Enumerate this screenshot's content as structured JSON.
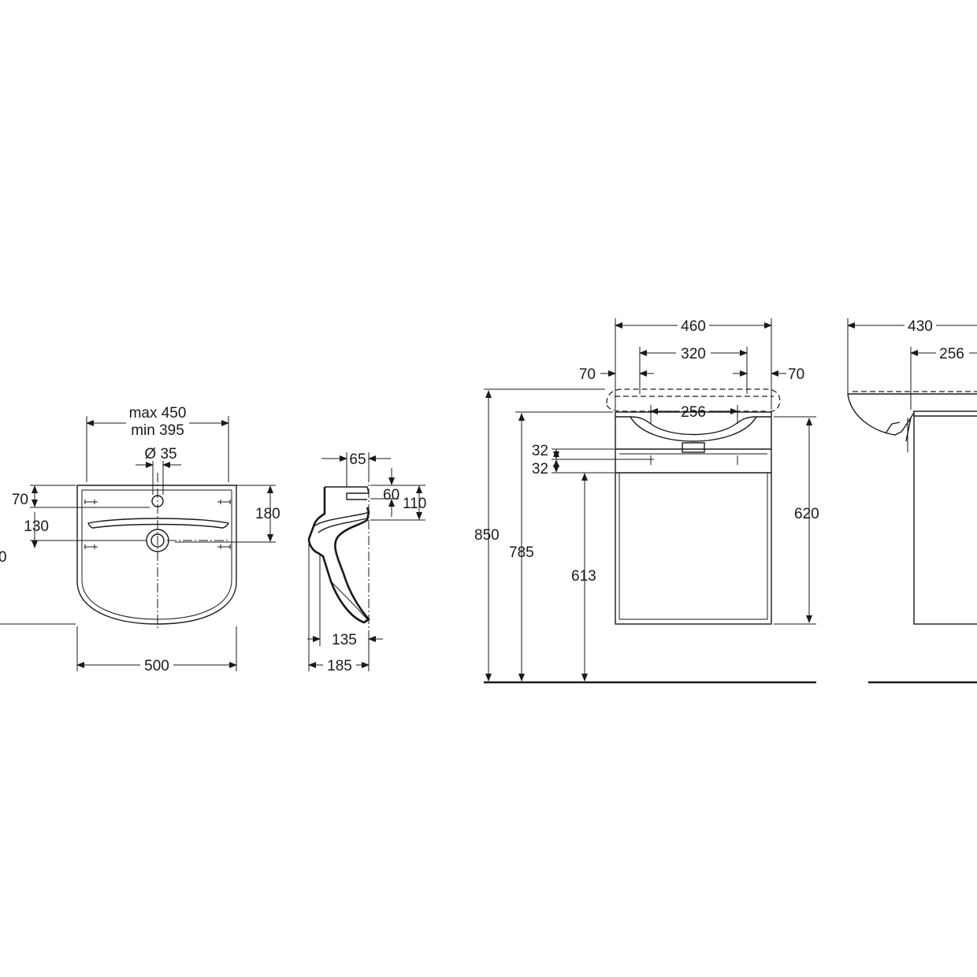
{
  "views": {
    "basin_plan": {
      "tap_width": "max 450",
      "tap_width_min": "min 395",
      "tap_hole": "Ø 35",
      "rim_to_hole": "70",
      "hole_to_overflow": "130",
      "partial_left": "0",
      "fixing_height": "180",
      "overall_width": "500"
    },
    "basin_side": {
      "top_depth": "65",
      "drop_upper": "60",
      "drop_total": "110",
      "trap_depth": "135",
      "overall_depth": "185"
    },
    "cabinet_front": {
      "basin_width": "460",
      "hole_spacing": "320",
      "left_offset": "70",
      "right_offset": "70",
      "cabinet_hole_spacing": "256",
      "hole_gap_upper": "32",
      "hole_gap_lower": "32",
      "total_height": "850",
      "cabinet_top_height": "785",
      "hole_height": "613",
      "cabinet_height": "620"
    },
    "cabinet_side": {
      "depth": "430",
      "hole_offset": "256"
    }
  }
}
